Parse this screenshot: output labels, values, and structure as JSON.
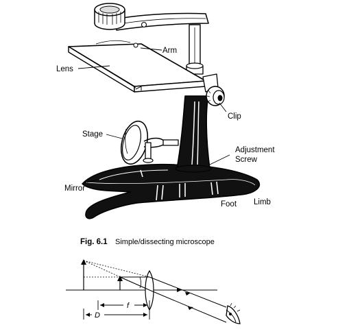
{
  "labels": {
    "arm": "Arm",
    "lens": "Lens",
    "clip": "Clip",
    "stage": "Stage",
    "adjustment_line1": "Adjustment",
    "adjustment_line2": "Screw",
    "mirror": "Mirror",
    "limb": "Limb",
    "foot": "Foot"
  },
  "caption": {
    "number": "Fig. 6.1",
    "text": "Simple/dissecting microscope"
  },
  "ray_diagram": {
    "focal_label": "f",
    "distance_label": "D"
  },
  "colors": {
    "ink": "#000000",
    "paper": "#ffffff"
  }
}
